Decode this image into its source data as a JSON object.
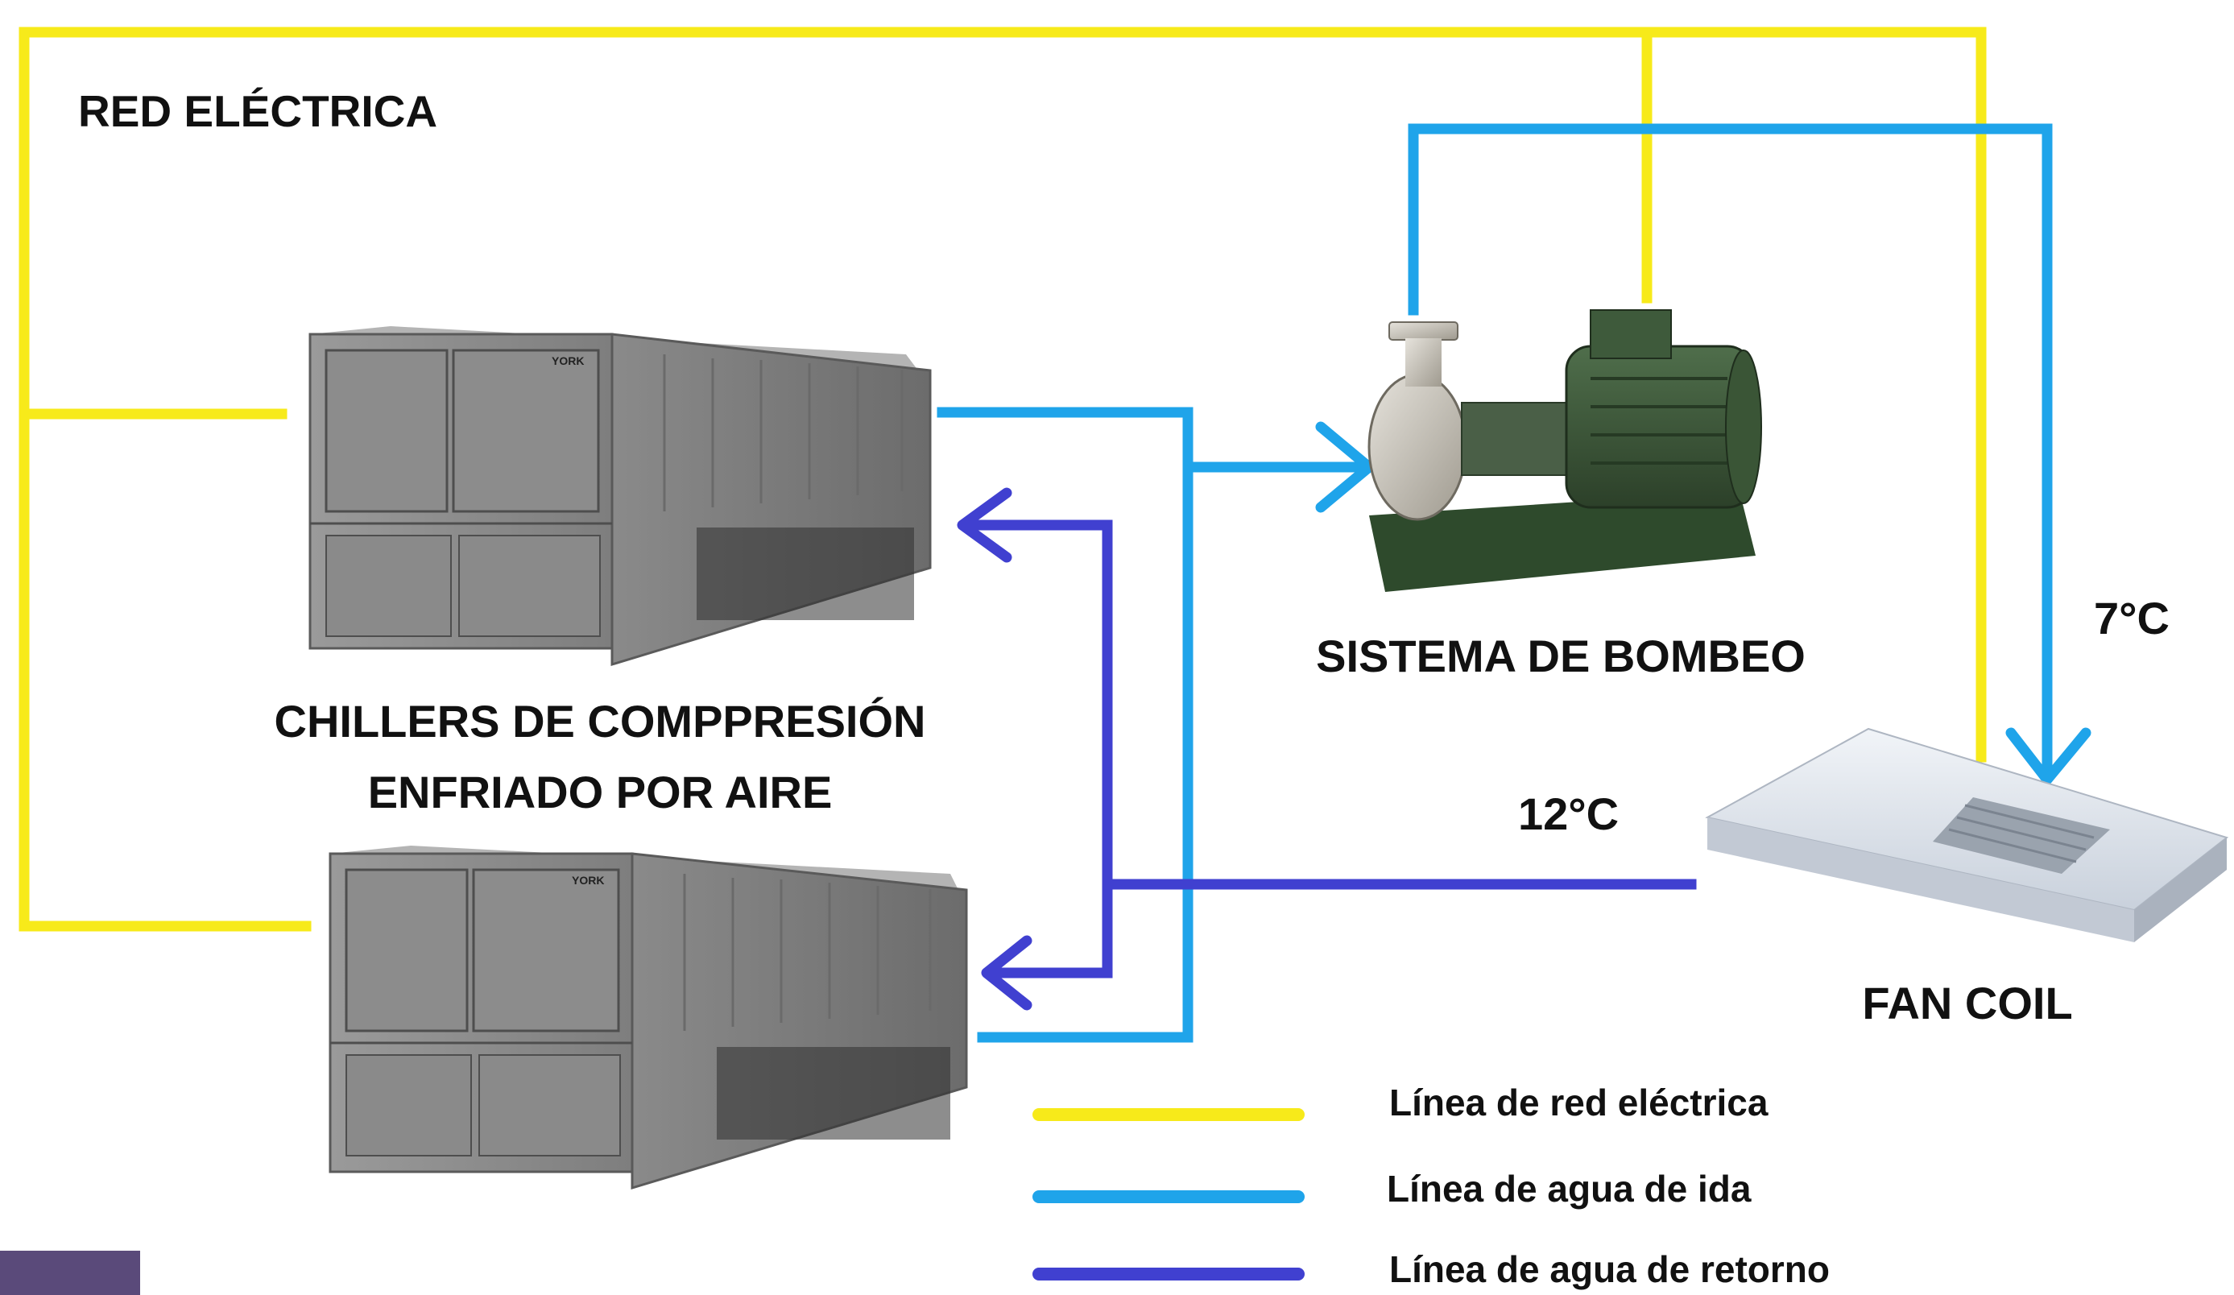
{
  "colors": {
    "electric": "#f7ea1a",
    "supply": "#1fa4ea",
    "return": "#4040d0",
    "equipment": "#8a8a8a",
    "motor": "#3d5a3a",
    "fancoil": "#dde3ec"
  },
  "labels": {
    "red_electrica": "RED ELÉCTRICA",
    "chillers_line1": "CHILLERS DE COMPPRESIÓN",
    "chillers_line2": "ENFRIADO POR AIRE",
    "sistema_bombeo": "SISTEMA DE BOMBEO",
    "fan_coil": "FAN COIL",
    "temp_supply": "7°C",
    "temp_return": "12°C"
  },
  "legend": [
    {
      "label": "Línea de red eléctrica",
      "line": "electric"
    },
    {
      "label": "Línea de agua de ida",
      "line": "supply"
    },
    {
      "label": "Línea de agua de retorno",
      "line": "return"
    }
  ],
  "equipment": {
    "chiller_brand": "YORK"
  }
}
